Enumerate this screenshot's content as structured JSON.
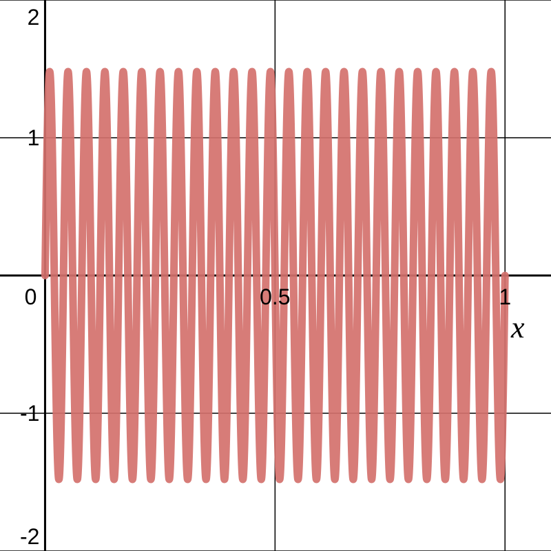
{
  "chart_data": {
    "type": "line",
    "xlabel": "x",
    "ylabel": "",
    "xlim": [
      -0.098,
      1.1
    ],
    "ylim": [
      -2.0,
      2.0
    ],
    "x_ticks": [
      {
        "value": 0.5,
        "label": "0.5"
      },
      {
        "value": 1,
        "label": "1"
      }
    ],
    "y_ticks": [
      {
        "value": 2,
        "label": "2"
      },
      {
        "value": 1,
        "label": "1"
      },
      {
        "value": -1,
        "label": "-1"
      },
      {
        "value": -2,
        "label": "-2"
      }
    ],
    "origin_label": "0",
    "grid": true,
    "series": [
      {
        "function": "1.48 * sin(2 * pi * 25 * x)",
        "amplitude": 1.48,
        "frequency": 25,
        "x_range": [
          0,
          1
        ],
        "color": "#d4716d"
      }
    ]
  }
}
